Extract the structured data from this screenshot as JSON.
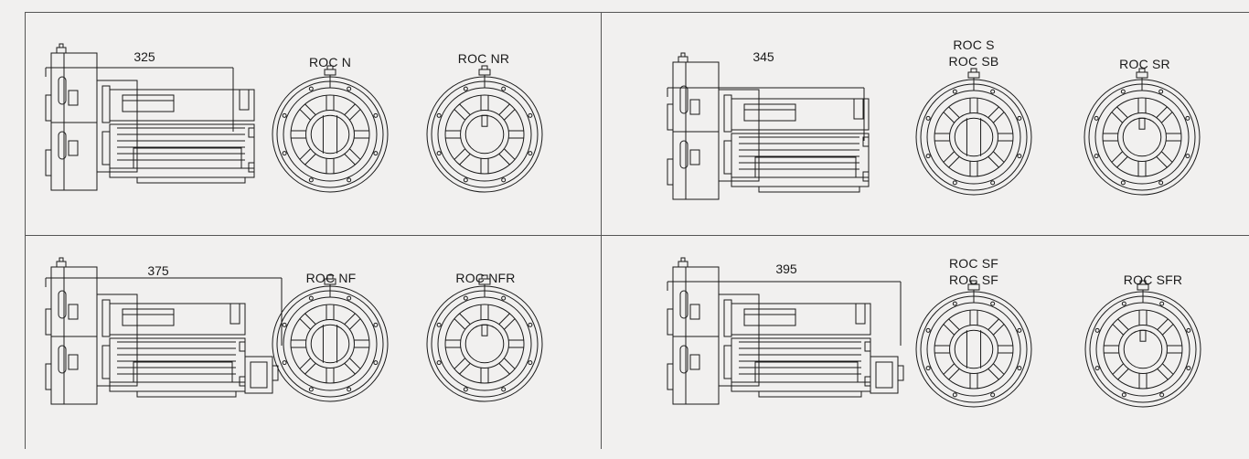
{
  "panels": [
    {
      "dimension": "325",
      "front_label_1": "ROC  N",
      "front_label_2": "",
      "back_label": "ROC  NR"
    },
    {
      "dimension": "345",
      "front_label_1": "ROC  S",
      "front_label_2": "ROC  SB",
      "back_label": "ROC  SR"
    },
    {
      "dimension": "375",
      "front_label_1": "ROC  NF",
      "front_label_2": "",
      "back_label": "ROC  NFR"
    },
    {
      "dimension": "395",
      "front_label_1": "ROC  SF",
      "front_label_2": "ROC  SF",
      "back_label": "ROC  SFR"
    }
  ],
  "colors": {
    "background": "#f1f0ef",
    "line": "#1a1a1a",
    "frame": "#555555"
  }
}
